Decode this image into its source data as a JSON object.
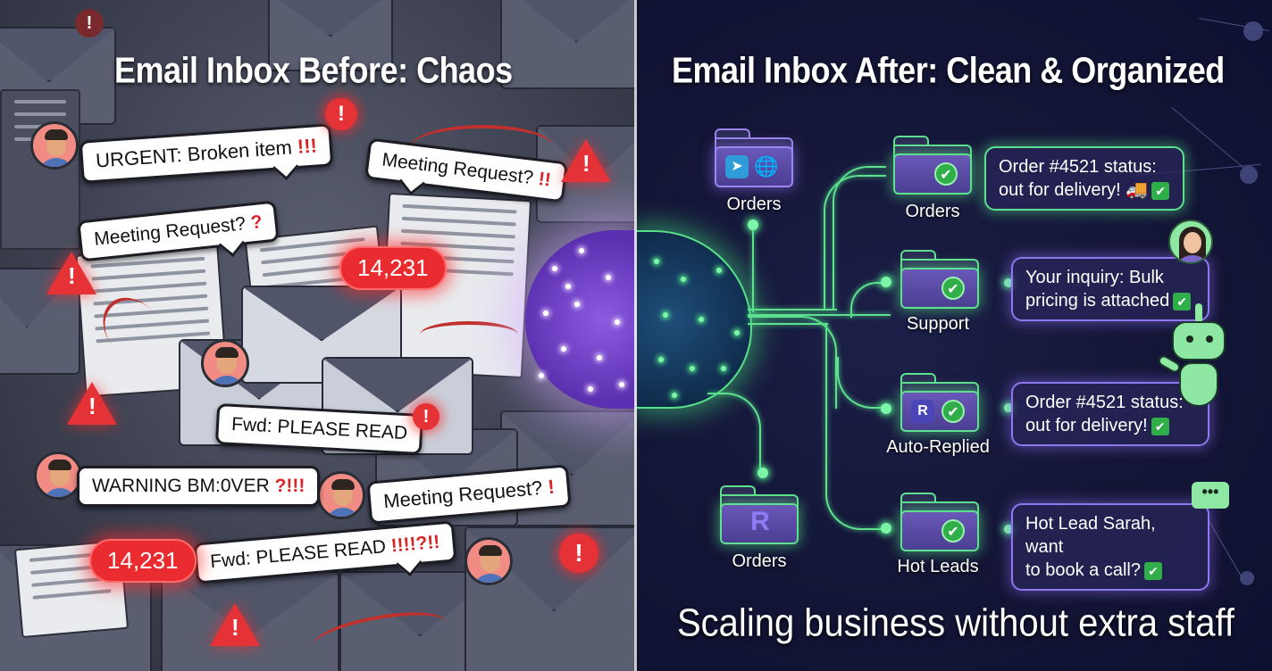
{
  "left_panel": {
    "title": "Email Inbox Before: Chaos",
    "theme": "chaos",
    "bubbles": [
      {
        "text": "URGENT: Broken item",
        "emphasis": "!!!"
      },
      {
        "text": "Meeting Request?",
        "emphasis": "!!"
      },
      {
        "text": "Meeting Request?",
        "emphasis": "?"
      },
      {
        "text": "Fwd: PLEASE READ",
        "emphasis": ""
      },
      {
        "text": "WARNING BM:0VER",
        "emphasis": "?!!!"
      },
      {
        "text": "Meeting Request?",
        "emphasis": "!"
      },
      {
        "text": "Fwd: PLEASE READ",
        "emphasis": "!!!!?!!"
      }
    ],
    "unread_badges": [
      "14,231",
      "14,231"
    ],
    "alert_glyph": "!",
    "accent_color": "#e53236"
  },
  "right_panel": {
    "title": "Email Inbox After: Clean & Organized",
    "theme": "organized",
    "source_folders": [
      {
        "label": "Orders",
        "icons": [
          "telegram-icon",
          "globe-icon"
        ]
      },
      {
        "label": "Orders",
        "icons": [
          "r-logo-icon"
        ]
      }
    ],
    "routed_folders": [
      {
        "label": "Orders",
        "message_line1": "Order #4521 status:",
        "message_line2": "out for delivery! 🚚",
        "check": "✔"
      },
      {
        "label": "Support",
        "message_line1": "Your inquiry: Bulk",
        "message_line2": "pricing is attached",
        "check": "✔"
      },
      {
        "label": "Auto-Replied",
        "message_line1": "Order #4521 status:",
        "message_line2": "out for delivery!",
        "check": "✔"
      },
      {
        "label": "Hot Leads",
        "message_line1": "Hot Lead Sarah, want",
        "message_line2": "to book a call?",
        "check": "✔"
      }
    ],
    "chat_dots": "•••",
    "tagline": "Scaling business without extra staff",
    "accent_green": "#5fe08e",
    "accent_purple": "#8e78f0"
  }
}
